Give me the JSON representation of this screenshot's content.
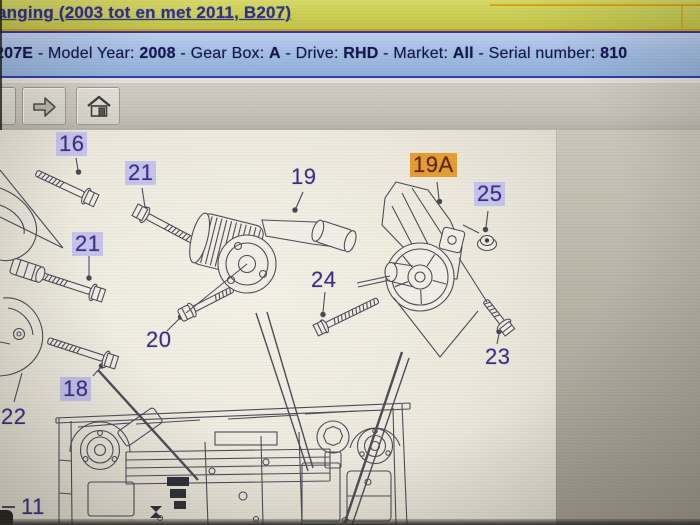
{
  "link_bar": {
    "link_text": "anging (2003 tot en met 2011, B207)"
  },
  "info_bar": {
    "segments": [
      {
        "text": "207E",
        "bold": true
      },
      {
        "text": " - Model Year: ",
        "bold": false
      },
      {
        "text": "2008",
        "bold": true
      },
      {
        "text": " - Gear Box: ",
        "bold": false
      },
      {
        "text": "A",
        "bold": true
      },
      {
        "text": " - Drive: ",
        "bold": false
      },
      {
        "text": "RHD",
        "bold": true
      },
      {
        "text": " - Market: ",
        "bold": false
      },
      {
        "text": "All",
        "bold": true
      },
      {
        "text": " - Serial number: ",
        "bold": false
      },
      {
        "text": "810",
        "bold": true
      }
    ]
  },
  "toolbar": {
    "buttons": [
      {
        "icon": "forward-arrow-icon"
      },
      {
        "icon": "home-icon"
      }
    ]
  },
  "diagram": {
    "labels": [
      {
        "text": "16",
        "highlight": "lavender"
      },
      {
        "text": "21",
        "highlight": "lavender"
      },
      {
        "text": "19",
        "highlight": "none"
      },
      {
        "text": "19A",
        "highlight": "orange"
      },
      {
        "text": "25",
        "highlight": "lavender"
      },
      {
        "text": "21",
        "highlight": "lavender"
      },
      {
        "text": "24",
        "highlight": "none"
      },
      {
        "text": "20",
        "highlight": "none"
      },
      {
        "text": "18",
        "highlight": "lavender"
      },
      {
        "text": "23",
        "highlight": "none"
      },
      {
        "text": "22",
        "highlight": "none"
      },
      {
        "text": "11",
        "highlight": "none"
      }
    ]
  },
  "colors": {
    "link": "#2b2b98",
    "info_text": "#13134f",
    "label_text": "#372e86",
    "highlight_lavender": "#c6c2ea",
    "highlight_orange": "#e59d2e",
    "orange_label_text": "#5a2408",
    "yellow_bar": "#c9ce52",
    "blue_bar": "#9db9de"
  }
}
